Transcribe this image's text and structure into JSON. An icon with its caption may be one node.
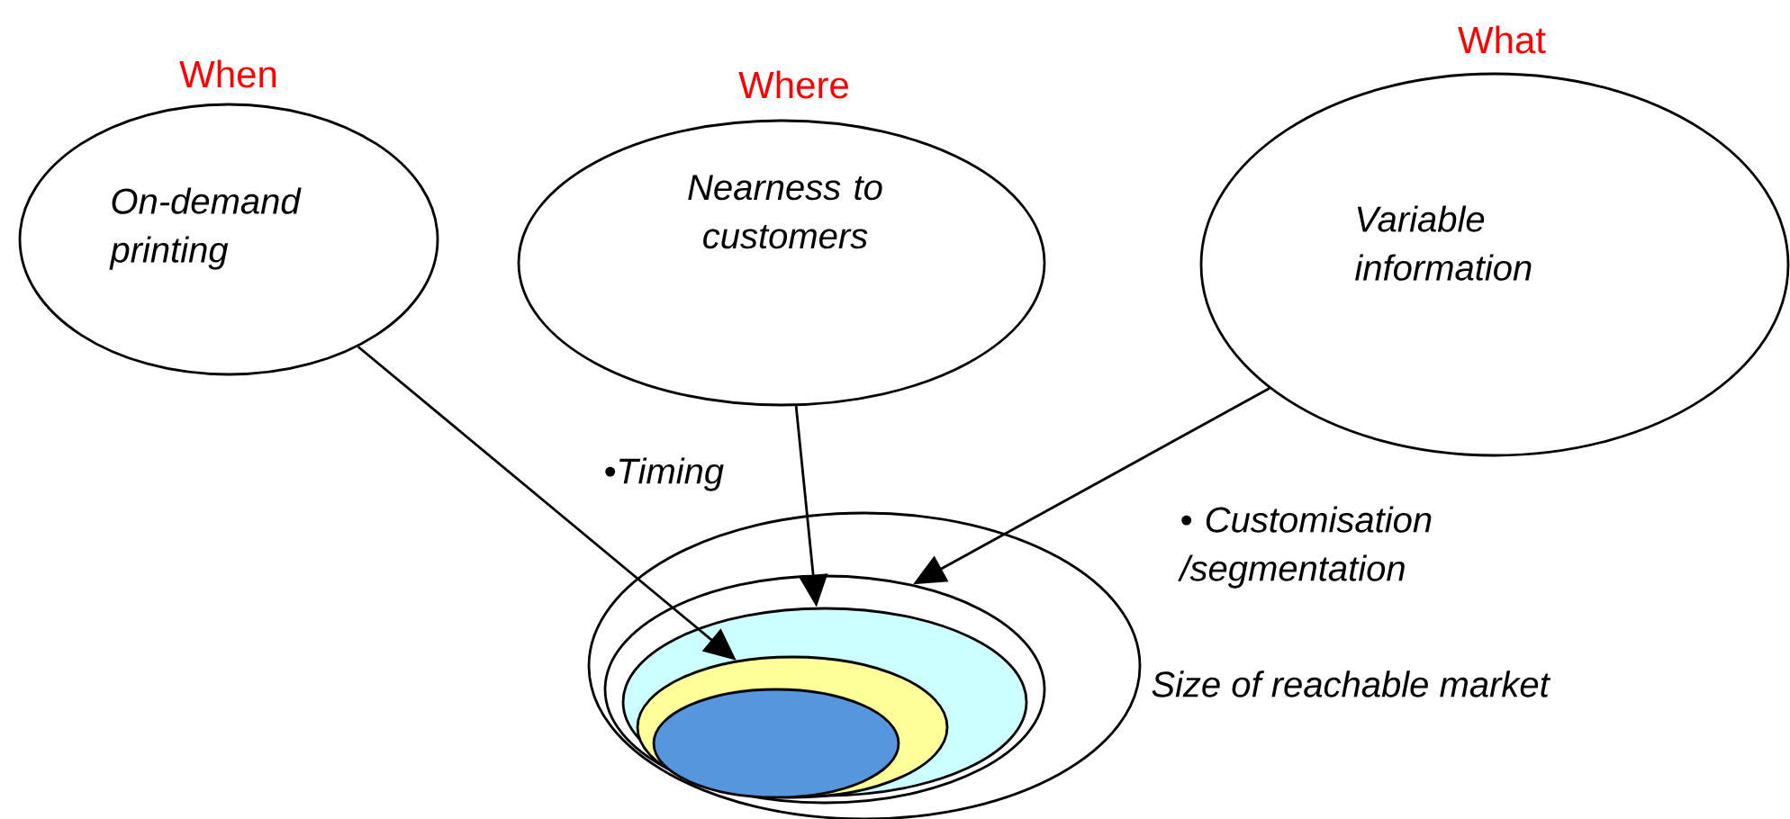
{
  "diagram": {
    "nodes": [
      {
        "text": [
          "When",
          "On-demand printing"
        ]
      },
      {
        "text": [
          "Where",
          "Nearness to customers"
        ]
      },
      {
        "text": [
          "What",
          "Variable information"
        ]
      },
      {
        "text": [],
        "shape": "ellipse",
        "beside": [
          "Size of reachable market"
        ]
      },
      {
        "text": [],
        "shape": "ellipse",
        "in": 3
      },
      {
        "text": [],
        "shape": "ellipse",
        "in": 4
      },
      {
        "text": [],
        "shape": "ellipse",
        "in": 5
      },
      {
        "text": [],
        "shape": "ellipse",
        "in": 6
      }
    ],
    "edges": [
      {
        "from": 0,
        "to": 6,
        "arrow": "to"
      },
      {
        "from": 1,
        "to": 5,
        "arrow": "to"
      },
      {
        "from": 2,
        "to": 4,
        "arrow": "to"
      }
    ],
    "labels": [
      "•Timing",
      "• Customisation /segmentation"
    ]
  }
}
